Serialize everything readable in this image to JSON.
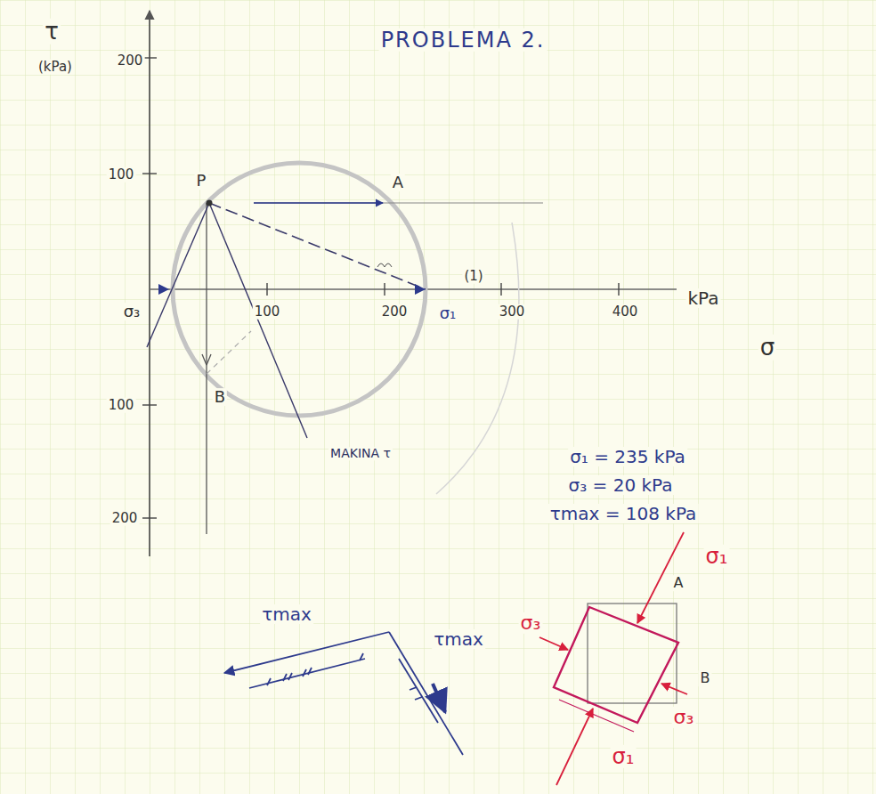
{
  "diagram": {
    "title": "PROBLEMA 2.",
    "labels": [
      "τ",
      "(kPa)",
      "200",
      "100",
      "100",
      "200",
      "P",
      "A",
      "B",
      "σ₃",
      "100",
      "200",
      "σ₁",
      "(1)",
      "300",
      "400",
      "kPa",
      "σ",
      "MAKINA τ",
      "σ₁ = 235 kPa",
      "σ₃ = 20 kPa",
      "τmax = 108 kPa",
      "τmax",
      "τmax",
      "σ₁",
      "A",
      "σ₃",
      "B",
      "σ₃",
      "σ₁"
    ]
  }
}
